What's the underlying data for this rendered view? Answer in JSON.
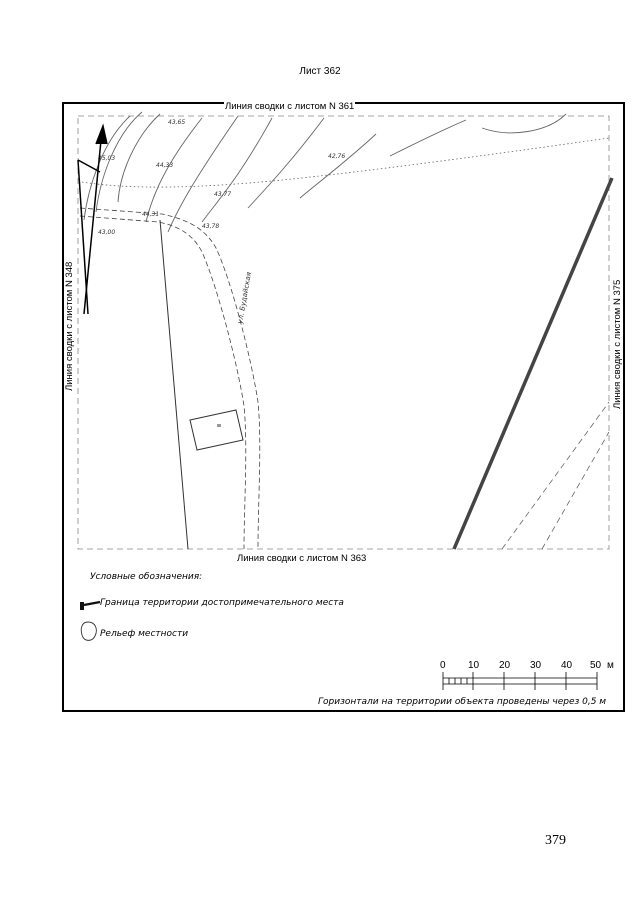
{
  "page": {
    "sheet_title": "Лист 362",
    "page_number": "379"
  },
  "map": {
    "adjacent_sheets": {
      "top": "Линия сводки с листом N 361",
      "bottom": "Линия сводки с листом N 363",
      "left": "Линия сводки с листом N 348",
      "right": "Линия сводки с листом N 375"
    },
    "elevation_labels": [
      "43,65",
      "45,03",
      "44,33",
      "42,76",
      "43,77",
      "44,31",
      "43,78",
      "43,00"
    ],
    "road_label": "ул. Будайская",
    "colors": {
      "boundary": "#333333",
      "lines": "#555555",
      "frame": "#000000"
    }
  },
  "legend": {
    "title": "Условные обозначения:",
    "items": [
      {
        "icon": "boundary-line-icon",
        "label": "Граница территории достопримечательного места"
      },
      {
        "icon": "relief-icon",
        "label": "Рельеф местности"
      }
    ]
  },
  "scale_bar": {
    "labels": [
      "0",
      "10",
      "20",
      "30",
      "40",
      "50"
    ],
    "unit": "м"
  },
  "note": "Горизонтали на территории объекта проведены через 0,5 м"
}
